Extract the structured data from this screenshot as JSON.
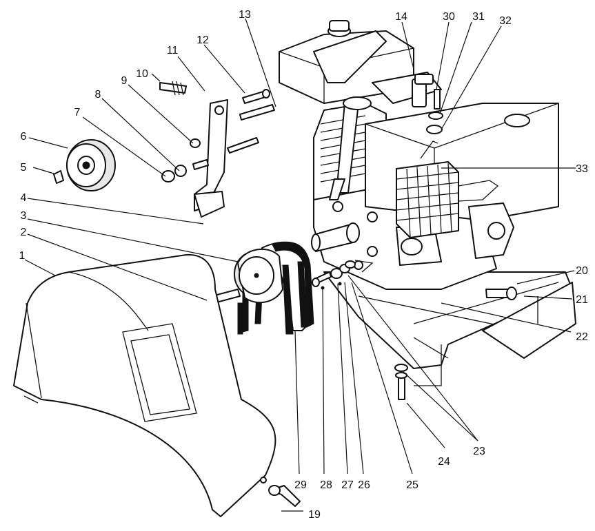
{
  "callouts": [
    {
      "id": "c1",
      "text": "1"
    },
    {
      "id": "c2",
      "text": "2"
    },
    {
      "id": "c3",
      "text": "3"
    },
    {
      "id": "c4",
      "text": "4"
    },
    {
      "id": "c5",
      "text": "5"
    },
    {
      "id": "c6",
      "text": "6"
    },
    {
      "id": "c7",
      "text": "7"
    },
    {
      "id": "c8",
      "text": "8"
    },
    {
      "id": "c9",
      "text": "9"
    },
    {
      "id": "c10",
      "text": "10"
    },
    {
      "id": "c11",
      "text": "11"
    },
    {
      "id": "c12",
      "text": "12"
    },
    {
      "id": "c13",
      "text": "13"
    },
    {
      "id": "c14",
      "text": "14"
    },
    {
      "id": "c19",
      "text": "19"
    },
    {
      "id": "c20",
      "text": "20"
    },
    {
      "id": "c21",
      "text": "21"
    },
    {
      "id": "c22",
      "text": "22"
    },
    {
      "id": "c23",
      "text": "23"
    },
    {
      "id": "c24",
      "text": "24"
    },
    {
      "id": "c25",
      "text": "25"
    },
    {
      "id": "c26",
      "text": "26"
    },
    {
      "id": "c27",
      "text": "27"
    },
    {
      "id": "c28",
      "text": "28"
    },
    {
      "id": "c29",
      "text": "29"
    },
    {
      "id": "c30",
      "text": "30"
    },
    {
      "id": "c31",
      "text": "31"
    },
    {
      "id": "c32",
      "text": "32"
    },
    {
      "id": "c33",
      "text": "33"
    }
  ]
}
